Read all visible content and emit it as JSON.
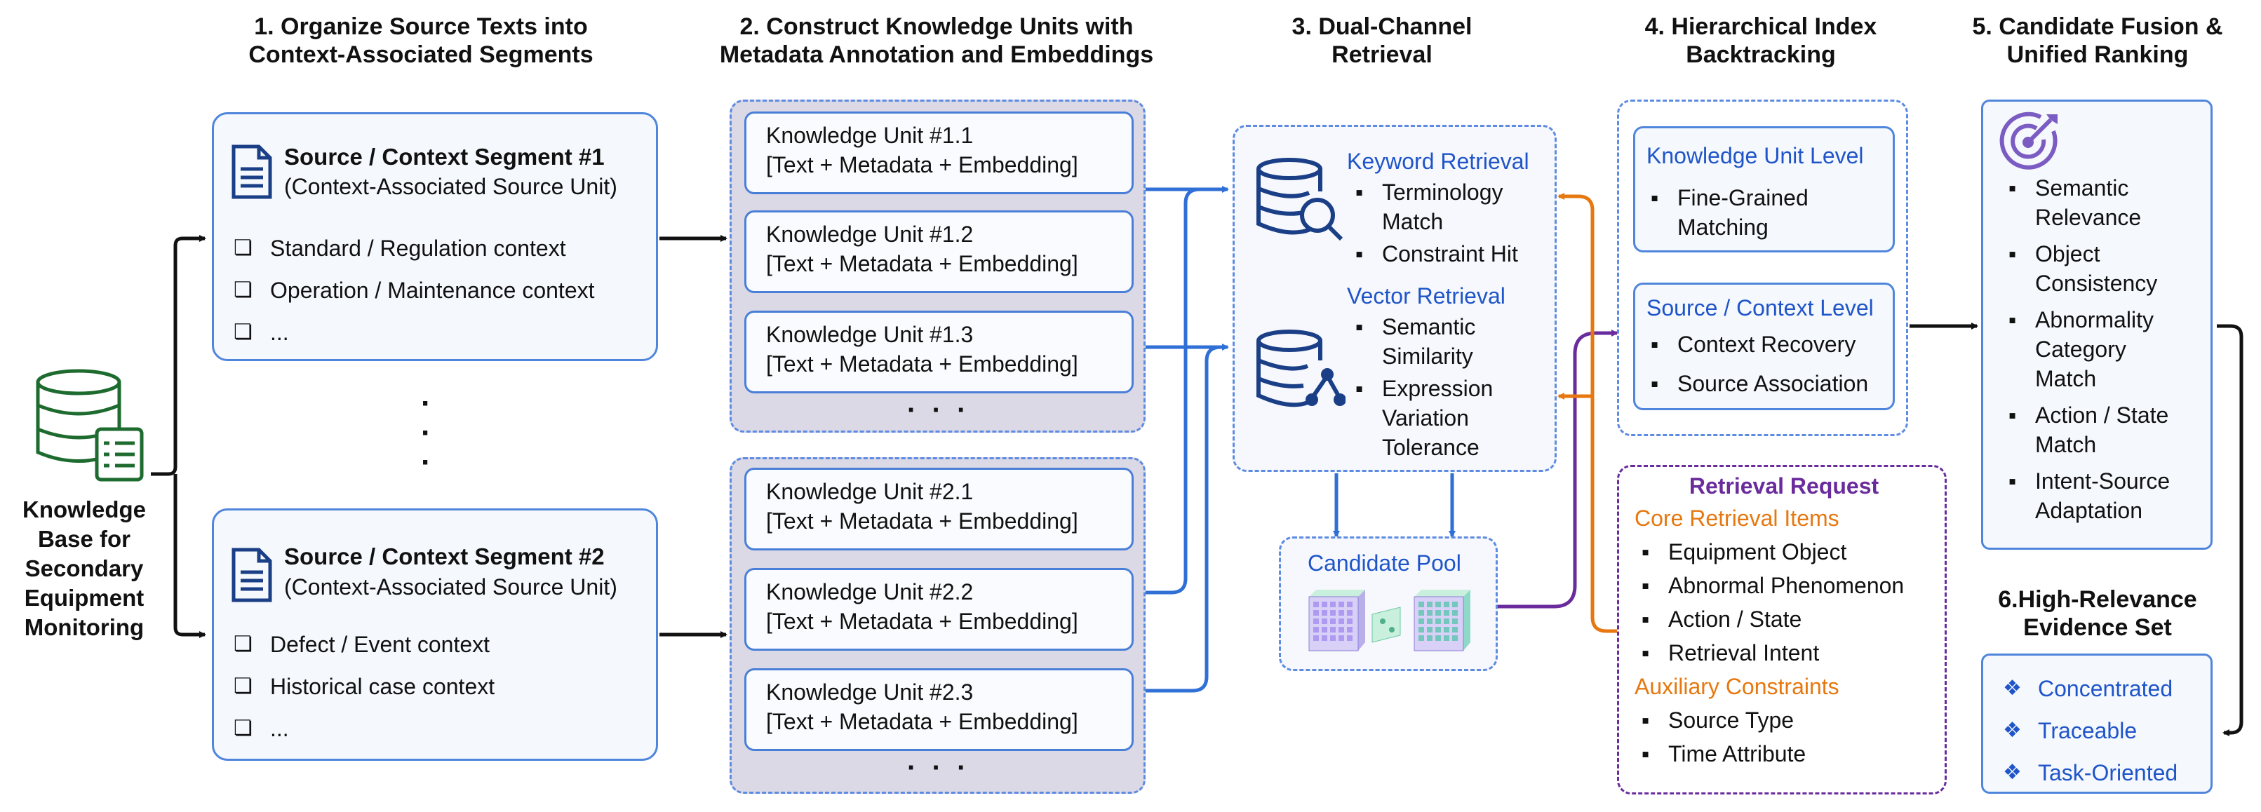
{
  "headers": {
    "h1": [
      "1. Organize Source Texts into",
      "Context-Associated Segments"
    ],
    "h2": [
      "2. Construct Knowledge Units with",
      "Metadata Annotation and Embeddings"
    ],
    "h3": [
      "3. Dual-Channel",
      "Retrieval"
    ],
    "h4": [
      "4. Hierarchical Index",
      "Backtracking"
    ],
    "h5": [
      "5. Candidate Fusion &",
      "Unified Ranking"
    ]
  },
  "kb": {
    "label_lines": [
      "Knowledge",
      "Base for",
      "Secondary",
      "Equipment",
      "Monitoring"
    ]
  },
  "segment1": {
    "title": "Source / Context Segment #1",
    "subtitle": "(Context-Associated Source Unit)",
    "items": [
      "Standard / Regulation context",
      "Operation / Maintenance context",
      "..."
    ]
  },
  "segment2": {
    "title": "Source / Context Segment #2",
    "subtitle": "(Context-Associated Source Unit)",
    "items": [
      "Defect / Event context",
      "Historical case context",
      "..."
    ]
  },
  "vdots": "·\n·\n·",
  "units_group1": {
    "units": [
      {
        "title": "Knowledge Unit #1.1",
        "content": "[Text + Metadata + Embedding]"
      },
      {
        "title": "Knowledge Unit #1.2",
        "content": "[Text + Metadata + Embedding]"
      },
      {
        "title": "Knowledge Unit #1.3",
        "content": "[Text + Metadata + Embedding]"
      }
    ],
    "ellipsis": "·  ·  ·"
  },
  "units_group2": {
    "units": [
      {
        "title": "Knowledge Unit #2.1",
        "content": "[Text + Metadata + Embedding]"
      },
      {
        "title": "Knowledge Unit #2.2",
        "content": "[Text + Metadata + Embedding]"
      },
      {
        "title": "Knowledge Unit #2.3",
        "content": "[Text + Metadata + Embedding]"
      }
    ],
    "ellipsis": "·  ·  ·"
  },
  "retrieval": {
    "keyword": {
      "title": "Keyword Retrieval",
      "items": [
        "Terminology",
        "Match",
        "Constraint Hit"
      ]
    },
    "vector": {
      "title": "Vector Retrieval",
      "items": [
        "Semantic",
        "Similarity",
        "Expression",
        "Variation",
        "Tolerance"
      ]
    }
  },
  "candidate_pool": {
    "title": "Candidate Pool"
  },
  "backtracking": {
    "ku_level": {
      "title": "Knowledge Unit Level",
      "items": [
        "Fine-Grained",
        "Matching"
      ]
    },
    "ctx_level": {
      "title": "Source / Context Level",
      "items": [
        "Context Recovery",
        "Source Association"
      ]
    }
  },
  "request": {
    "title": "Retrieval Request",
    "core_title": "Core Retrieval Items",
    "core_items": [
      "Equipment Object",
      "Abnormal Phenomenon",
      "Action / State",
      "Retrieval Intent"
    ],
    "aux_title": "Auxiliary Constraints",
    "aux_items": [
      "Source Type",
      "Time Attribute"
    ]
  },
  "ranking": {
    "items": [
      "Semantic",
      "Relevance",
      "Object",
      "Consistency",
      "Abnormality",
      "Category",
      "Match",
      "Action / State",
      "Match",
      "Intent-Source",
      "Adaptation"
    ]
  },
  "evidence": {
    "title_lines": [
      "6.High-Relevance",
      "Evidence Set"
    ],
    "items": [
      "Concentrated",
      "Traceable",
      "Task-Oriented"
    ]
  },
  "colors": {
    "blue": "#1f55c8",
    "orange": "#e6780f",
    "purple": "#6a2c9c",
    "green": "#1e6b2f",
    "navy": "#1b3f86"
  }
}
